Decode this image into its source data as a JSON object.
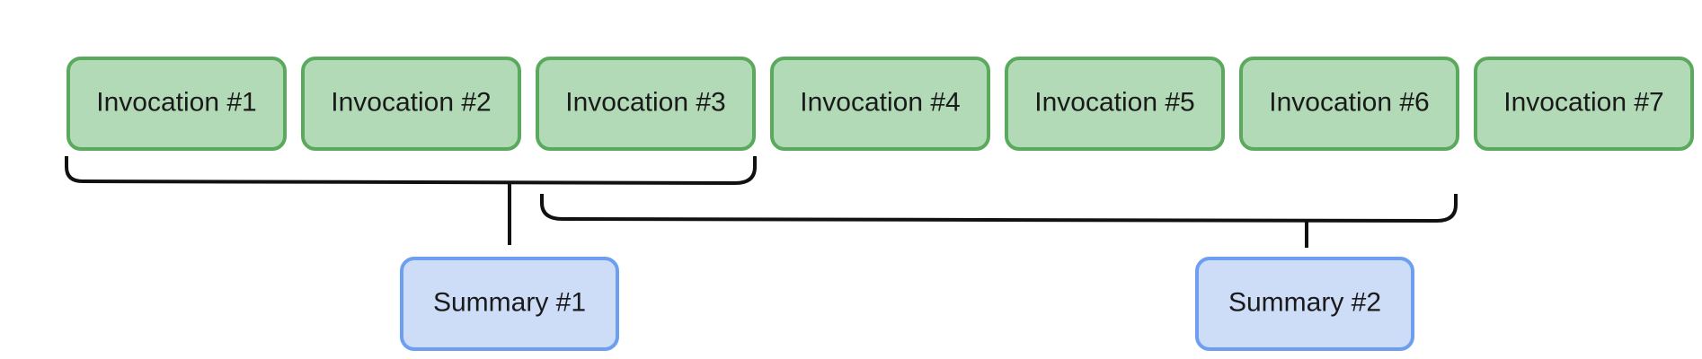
{
  "invocations": [
    {
      "label": "Invocation #1"
    },
    {
      "label": "Invocation #2"
    },
    {
      "label": "Invocation #3"
    },
    {
      "label": "Invocation #4"
    },
    {
      "label": "Invocation #5"
    },
    {
      "label": "Invocation #6"
    },
    {
      "label": "Invocation #7"
    }
  ],
  "summaries": [
    {
      "label": "Summary #1",
      "covers": [
        1,
        3
      ]
    },
    {
      "label": "Summary #2",
      "covers": [
        3,
        6
      ]
    }
  ],
  "colors": {
    "invocation_fill": "#b3dab7",
    "invocation_stroke": "#5aaa5e",
    "summary_fill": "#cdddf7",
    "summary_stroke": "#6e9ef0",
    "bracket": "#111111"
  }
}
